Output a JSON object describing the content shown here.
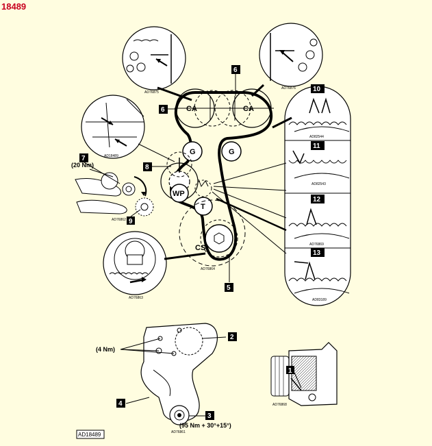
{
  "header": {
    "ref_code": "18489"
  },
  "callouts": [
    "1",
    "2",
    "3",
    "4",
    "5",
    "6",
    "7",
    "8",
    "9",
    "10",
    "11",
    "12",
    "13"
  ],
  "components": {
    "camshaft": "CA",
    "guide": "G",
    "water_pump": "WP",
    "tensioner": "T",
    "crankshaft": "CS"
  },
  "torques": {
    "tensioner": "(20 Nm)",
    "cover_bolts": "(4 Nm)",
    "crank_bolt": "(95 Nm + 30°+15°)"
  },
  "detail_refs": {
    "cam_left": "AD76875",
    "cam_right": "AD76876",
    "belt_mark": "AD18489",
    "tensioner_detail": "AD76862",
    "crank_gear": "AD76863",
    "main": "AD76864",
    "detail_10": "AD82544",
    "detail_11": "AD82543",
    "detail_12": "AD76869",
    "detail_13": "AD83189",
    "cover": "AD76861",
    "tool": "AD76868"
  },
  "footer_ref": "AD18489",
  "colors": {
    "background": "#fffde0",
    "ref_red": "#c8001e",
    "ink": "#000000"
  }
}
